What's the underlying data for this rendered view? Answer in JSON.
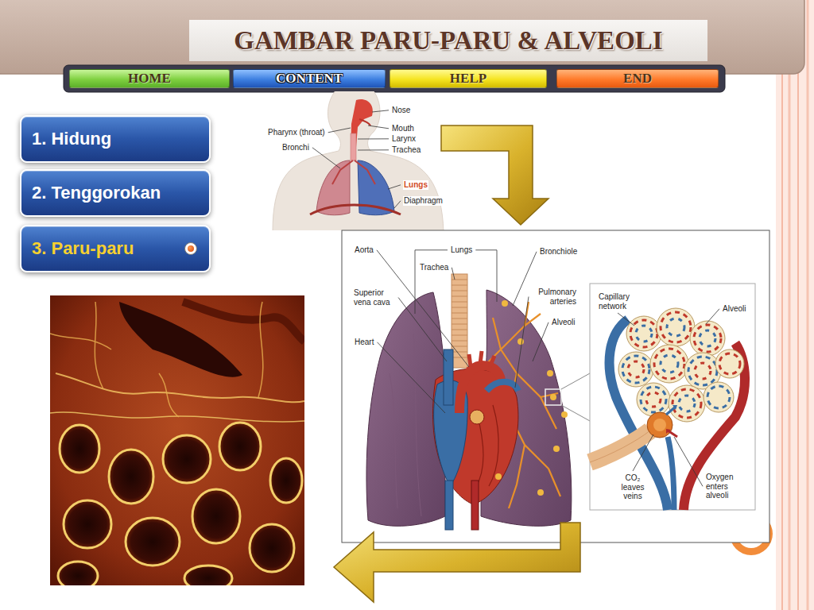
{
  "diagram": {
    "title": "GAMBAR PARU-PARU & ALVEOLI",
    "nodes": [
      {
        "text": [
          "HOME"
        ]
      },
      {
        "text": [
          "CONTENT"
        ]
      },
      {
        "text": [
          "HELP"
        ]
      },
      {
        "text": [
          "END"
        ]
      },
      {
        "text": [
          "1. Hidung"
        ]
      },
      {
        "text": [
          "2. Tenggorokan"
        ]
      },
      {
        "text": [
          "3. Paru-paru"
        ]
      }
    ],
    "labels": [
      "Nose",
      "Pharynx (throat)",
      "Mouth",
      "Larynx",
      "Bronchi",
      "Trachea",
      "Lungs",
      "Diaphragm",
      "Aorta",
      "Lungs",
      "Trachea",
      "Bronchiole",
      "Superior vena cava",
      "Pulmonary arteries",
      "Alveoli",
      "Heart",
      "Capillary network",
      "Alveoli",
      "CO₂ leaves veins",
      "Oxygen enters alveoli"
    ]
  }
}
